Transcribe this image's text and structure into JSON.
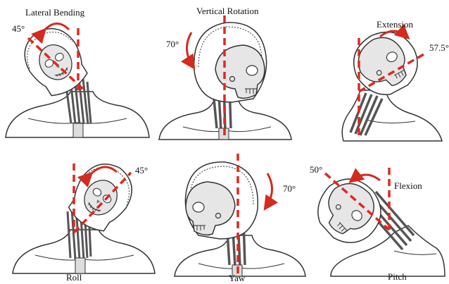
{
  "labels": {
    "lateral_bending": "Lateral Bending",
    "vertical_rotation": "Vertical Rotation",
    "extension": "Extension",
    "roll": "Roll",
    "yaw": "Yaw",
    "flexion": "Flexion",
    "pitch": "Pitch"
  },
  "angles": {
    "lateral_bending": "45°",
    "vertical_rotation": "70°",
    "extension": "57.5°",
    "roll": "45°",
    "yaw": "70°",
    "flexion": "50°"
  },
  "colors": {
    "axis_dash": "#e0281f",
    "arrow": "#d42a1f",
    "outline": "#333333",
    "fill": "#e6e6e6",
    "muscle": "#555555"
  }
}
